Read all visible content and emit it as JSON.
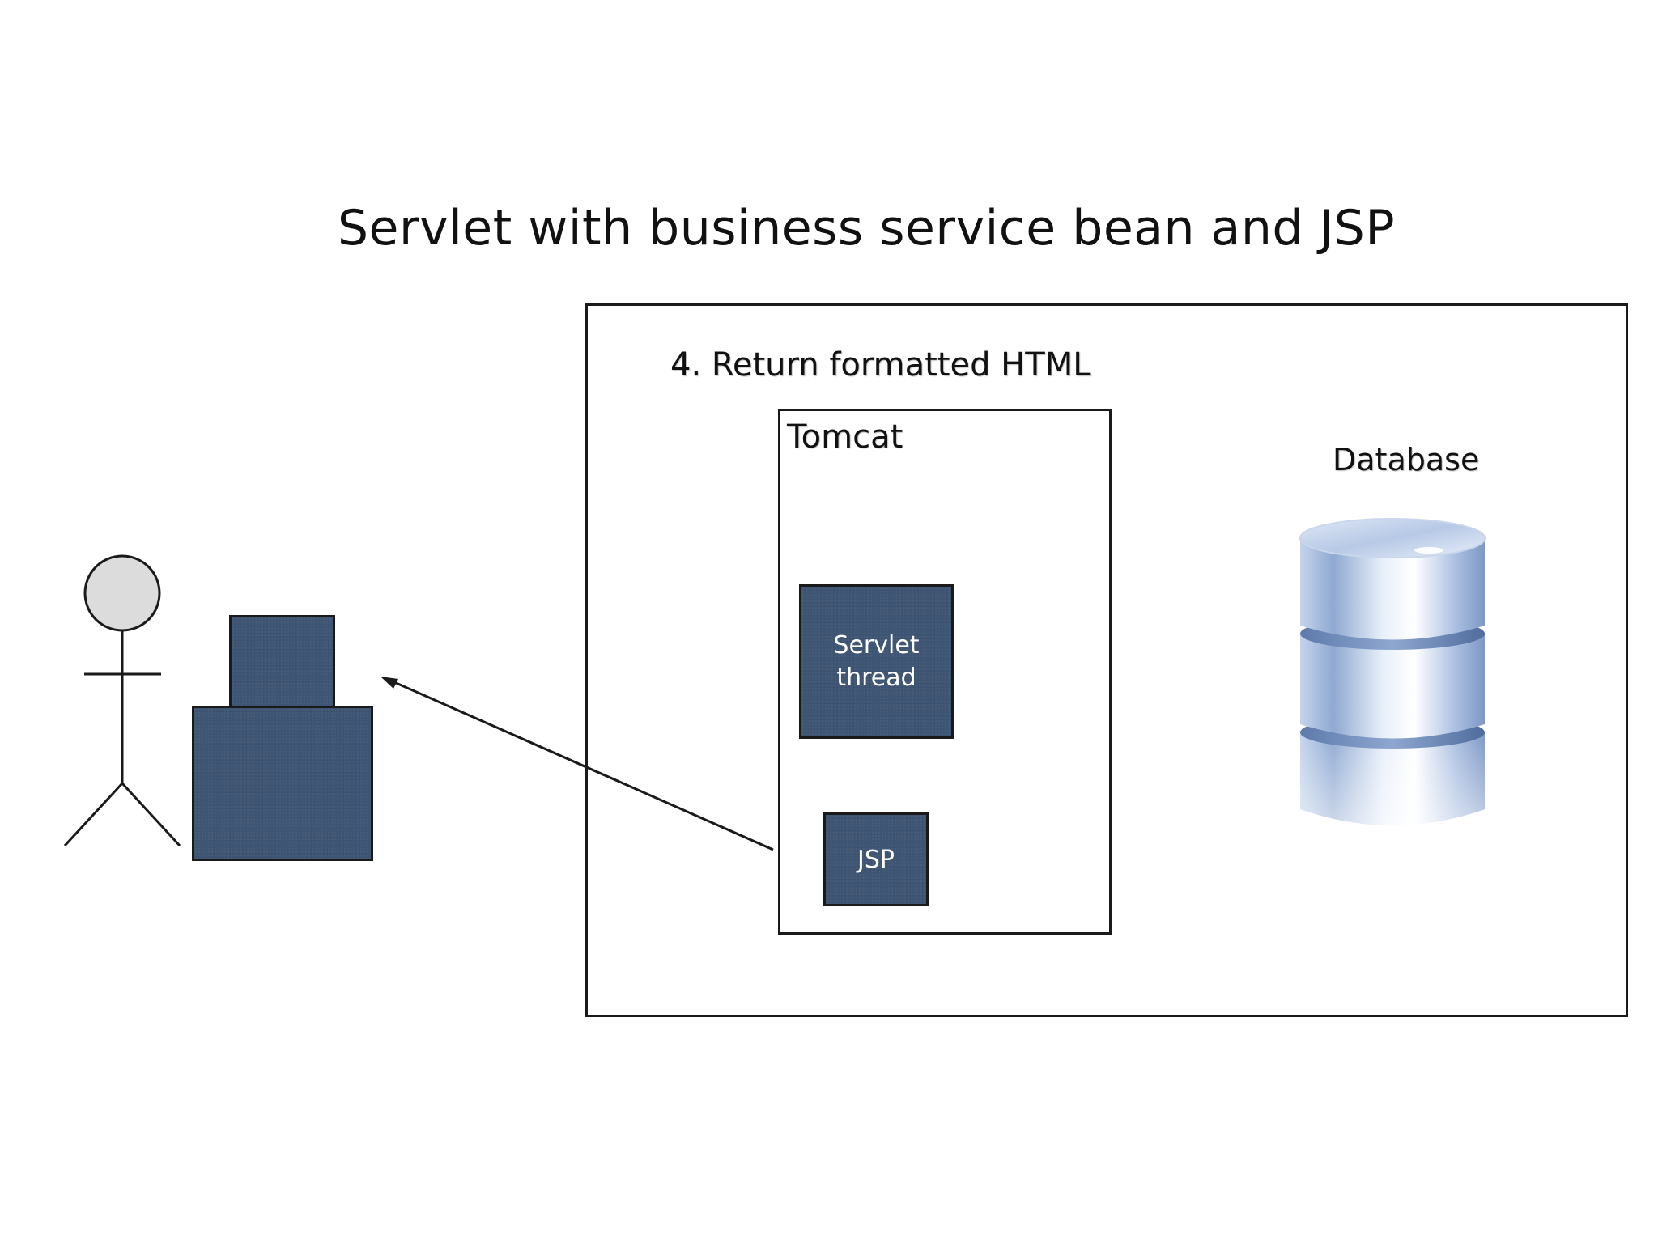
{
  "slide": {
    "title": "Servlet with business service bean and JSP",
    "step_label": "4.  Return formatted HTML",
    "tomcat_label": "Tomcat",
    "database_label": "Database",
    "servlet_label": "Servlet\nthread",
    "jsp_label": "JSP"
  },
  "colors": {
    "component_fill": "#3e5573",
    "outline": "#1a1a1a",
    "database_blue": "#9fb8dd"
  },
  "icons": {
    "user": "stick-figure-icon",
    "client": "computer-icon",
    "database": "database-cylinder-icon",
    "arrow": "arrow-left-icon"
  }
}
